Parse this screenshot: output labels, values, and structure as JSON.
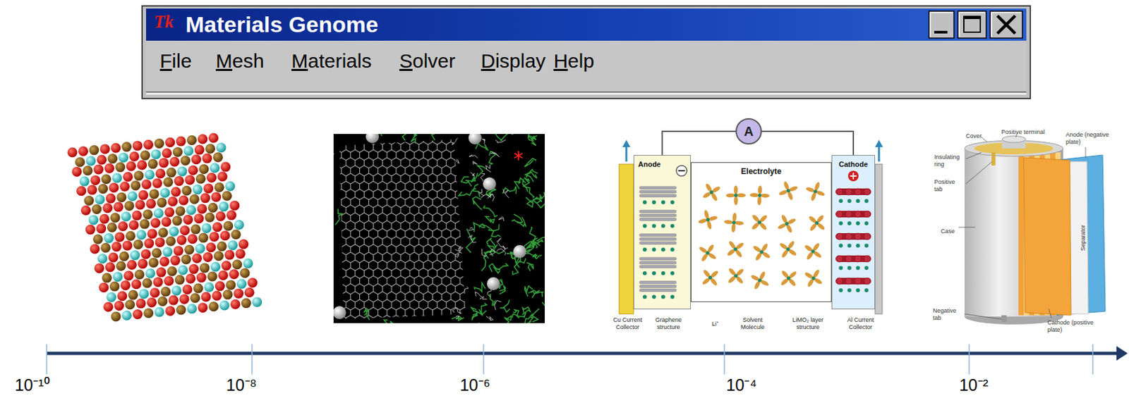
{
  "diagram": {
    "nodes": [
      {
        "text": [
          "Materials Genome"
        ]
      },
      {
        "text": [
          "A"
        ]
      },
      {
        "text": [
          "Anode"
        ]
      },
      {
        "text": [
          "Electrolyte"
        ]
      },
      {
        "text": [
          "Cathode"
        ]
      }
    ],
    "edges": [
      {
        "from": 2,
        "to": 1,
        "arrow": "none"
      },
      {
        "from": 1,
        "to": 4,
        "arrow": "none"
      }
    ],
    "labels": [
      "Tk",
      "File",
      "Mesh",
      "Materials",
      "Solver",
      "Display",
      "Help",
      "Cu Current Collector",
      "Graphene structure",
      "Li⁺",
      "Solvent Molecule",
      "LiMO₂ layer structure",
      "Al Current Collector",
      "Cover",
      "Positive terminal",
      "Insulating ring",
      "Positive tab",
      "Case",
      "Anode (negative plate)",
      "Separator",
      "Cathode (positive plate)",
      "Negative tab",
      "10⁻¹⁰",
      "10⁻⁸",
      "10⁻⁶",
      "10⁻⁴",
      "10⁻²"
    ]
  }
}
